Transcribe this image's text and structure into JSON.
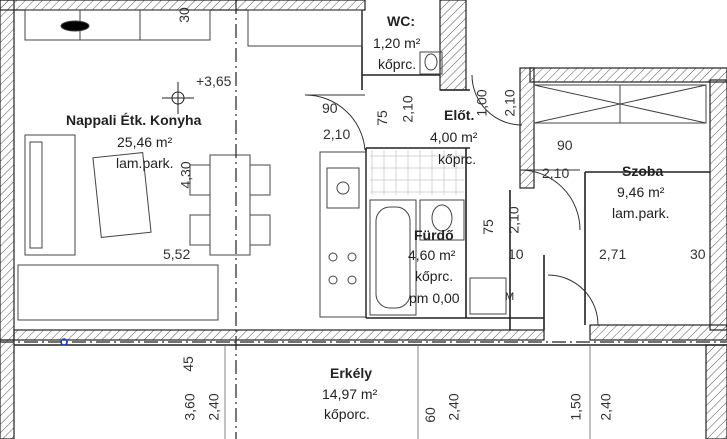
{
  "rooms": {
    "living": {
      "name": "Nappali Étk. Konyha",
      "area": "25,46 m²",
      "floor": "lam.park."
    },
    "wc": {
      "name": "WC:",
      "area": "1,20 m²",
      "floor": "kőprc."
    },
    "hall": {
      "name": "Előt.",
      "area": "4,00 m²",
      "floor": "kőprc."
    },
    "room": {
      "name": "Szoba",
      "area": "9,46 m²",
      "floor": "lam.park."
    },
    "bath": {
      "name": "Fürdő",
      "area": "4,60 m²",
      "floor": "kőprc.",
      "level": "pm 0,00"
    },
    "balcony": {
      "name": "Erkély",
      "area": "14,97 m²",
      "floor": "kőporc."
    }
  },
  "dimensions": {
    "d_30_top": "30",
    "d_365": "+3,65",
    "d_90_a": "90",
    "d_210_a": "2,10",
    "d_75_a": "75",
    "d_210_b": "2,10",
    "d_100": "1,00",
    "d_210_c": "2,10",
    "d_90_b": "90",
    "d_210_d": "2,10",
    "d_430": "4,30",
    "d_552": "5,52",
    "d_75_b": "75",
    "d_210_e": "2,10",
    "d_10": "10",
    "d_271": "2,71",
    "d_30_right": "30",
    "d_45": "45",
    "d_360": "3,60",
    "d_240_a": "2,40",
    "d_60": "60",
    "d_240_b": "2,40",
    "d_150": "1,50",
    "d_240_c": "2,40"
  },
  "symbols": {
    "appliance_mark": "M"
  }
}
